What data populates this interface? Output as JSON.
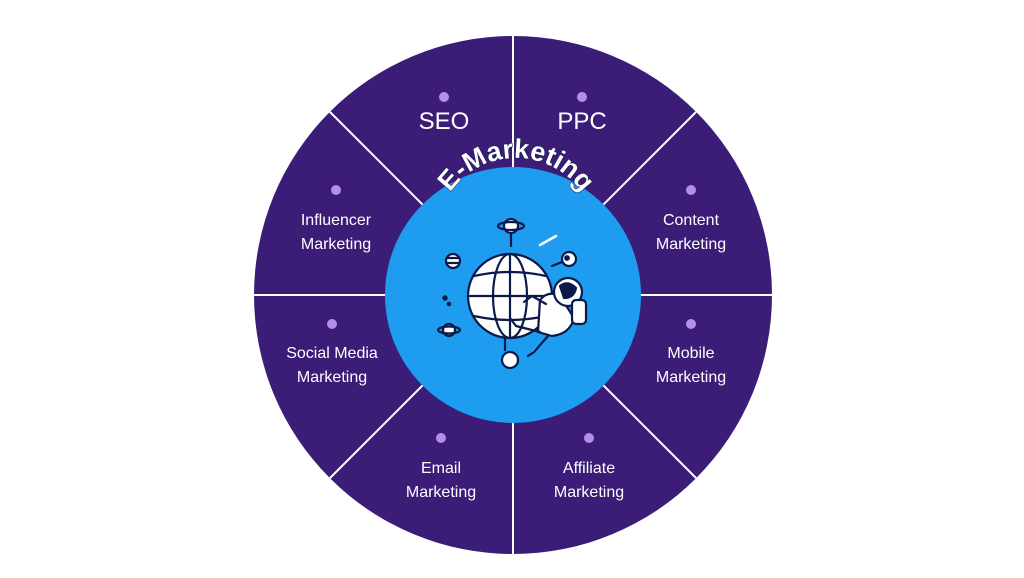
{
  "diagram": {
    "center_title": "E-Marketing",
    "colors": {
      "wheel": "#3b1d78",
      "divider": "#ffffff",
      "dot": "#b58cf2",
      "center": "#1e9cf0",
      "label": "#ffffff"
    },
    "segments": [
      {
        "label": "SEO"
      },
      {
        "label": "PPC"
      },
      {
        "label": "Content Marketing"
      },
      {
        "label": "Mobile Marketing"
      },
      {
        "label": "Affiliate Marketing"
      },
      {
        "label": "Email Marketing"
      },
      {
        "label": "Social Media Marketing"
      },
      {
        "label": "Influencer Marketing"
      }
    ],
    "illustration": "astronaut-globe-planets-icon"
  }
}
